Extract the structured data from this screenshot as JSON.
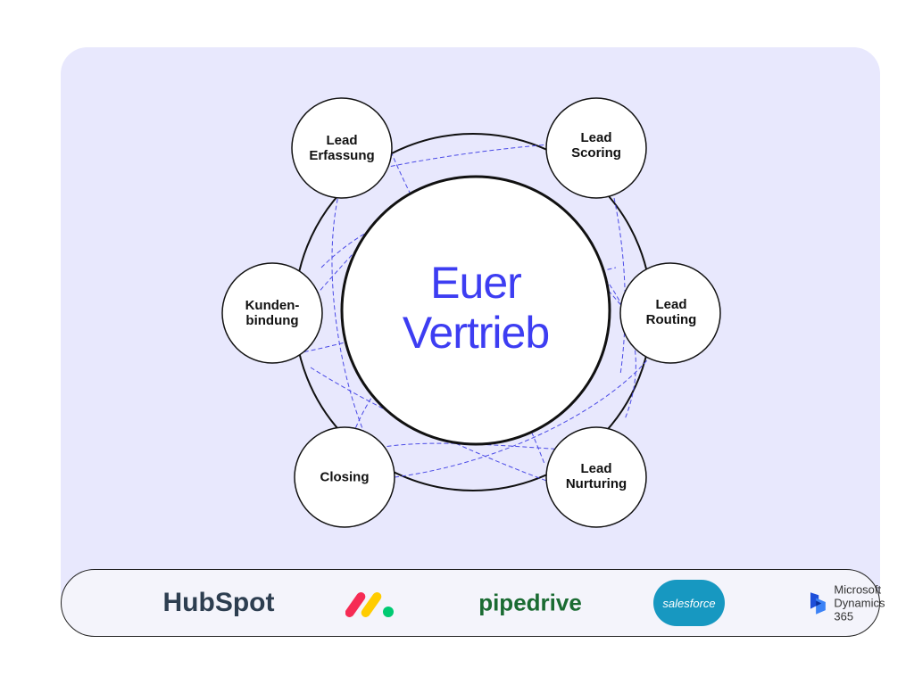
{
  "diagram": {
    "center_title": "Euer\nVertrieb",
    "nodes": [
      {
        "id": "lead-erfassung",
        "label": "Lead\nErfassung"
      },
      {
        "id": "lead-scoring",
        "label": "Lead\nScoring"
      },
      {
        "id": "kundenbindung",
        "label": "Kunden-\nbindung"
      },
      {
        "id": "lead-routing",
        "label": "Lead\nRouting"
      },
      {
        "id": "closing",
        "label": "Closing"
      },
      {
        "id": "lead-nurturing",
        "label": "Lead\nNurturing"
      }
    ],
    "colors": {
      "background_panel": "#e8e8fd",
      "accent": "#3d3df2",
      "dashed_connectors": "#4a4ae6",
      "outline": "#111111"
    }
  },
  "logos": {
    "hubspot": "HubSpot",
    "monday_icon": "monday-logo-icon",
    "pipedrive": "pipedrive",
    "salesforce": "salesforce",
    "microsoft": "Microsoft\nDynamics 365"
  }
}
